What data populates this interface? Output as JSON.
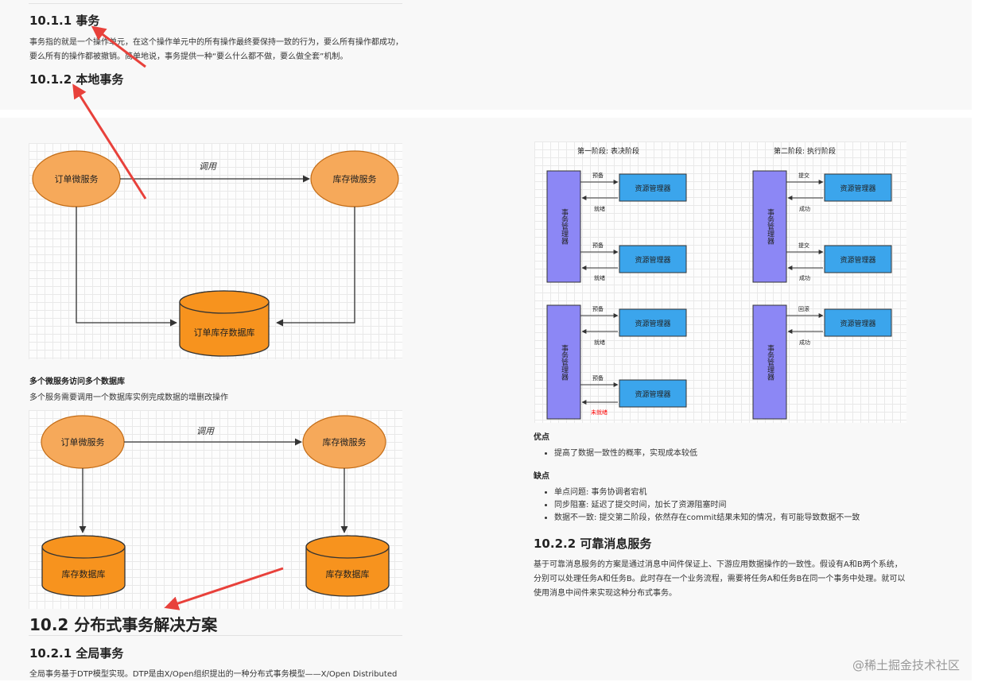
{
  "top": {
    "h_tx": "10.1.1 事务",
    "tx_text": "事务指的就是一个操作单元，在这个操作单元中的所有操作最终要保持一致的行为，要么所有操作都成功，要么所有的操作都被撤销。简单地说，事务提供一种“要么什么都不做，要么做全套”机制。",
    "h_local": "10.1.2 本地事务"
  },
  "diagram1": {
    "order_service": "订单微服务",
    "stock_service": "库存微服务",
    "call_label": "调用",
    "db_label": "订单库存数据库"
  },
  "section_multi": {
    "title": "多个微服务访问多个数据库",
    "desc": "多个服务需要调用一个数据库实例完成数据的增删改操作"
  },
  "diagram2": {
    "order_service": "订单微服务",
    "stock_service": "库存微服务",
    "call_label": "调用",
    "db_left": "库存数据库",
    "db_right": "库存数据库"
  },
  "distributed": {
    "h_main": "10.2 分布式事务解决方案",
    "h_global": "10.2.1 全局事务",
    "global_text": "全局事务基于DTP模型实现。DTP是由X/Open组织提出的一种分布式事务模型——X/Open Distributed"
  },
  "twopc": {
    "phase1_title": "第一阶段: 表决阶段",
    "phase2_title": "第二阶段: 执行阶段",
    "tm_label": "事务管理器",
    "rm_label": "资源管理器",
    "prepare": "预备",
    "ready": "就绪",
    "not_ready": "未就绪",
    "commit": "提交",
    "success": "成功",
    "rollback": "回滚"
  },
  "pros": {
    "title": "优点",
    "items": [
      "提高了数据一致性的概率，实现成本较低"
    ]
  },
  "cons": {
    "title": "缺点",
    "items": [
      "单点问题: 事务协调者宕机",
      "同步阻塞: 延迟了提交时间，加长了资源阻塞时间",
      "数据不一致: 提交第二阶段，依然存在commit结果未知的情况，有可能导致数据不一致"
    ]
  },
  "reliable": {
    "h": "10.2.2 可靠消息服务",
    "text": "基于可靠消息服务的方案是通过消息中间件保证上、下游应用数据操作的一致性。假设有A和B两个系统，分别可以处理任务A和任务B。此时存在一个业务流程，需要将任务A和任务B在同一个事务中处理。就可以使用消息中间件来实现这种分布式事务。"
  },
  "watermark": "@稀土掘金技术社区",
  "colors": {
    "ellipse_fill": "#f6a95a",
    "ellipse_stroke": "#c26b15",
    "db_fill": "#f7931e",
    "tm_fill": "#8c87f5",
    "rm_fill": "#3ba5ec",
    "arrow_red": "#e8413b",
    "not_ready_red": "#ff0000"
  }
}
